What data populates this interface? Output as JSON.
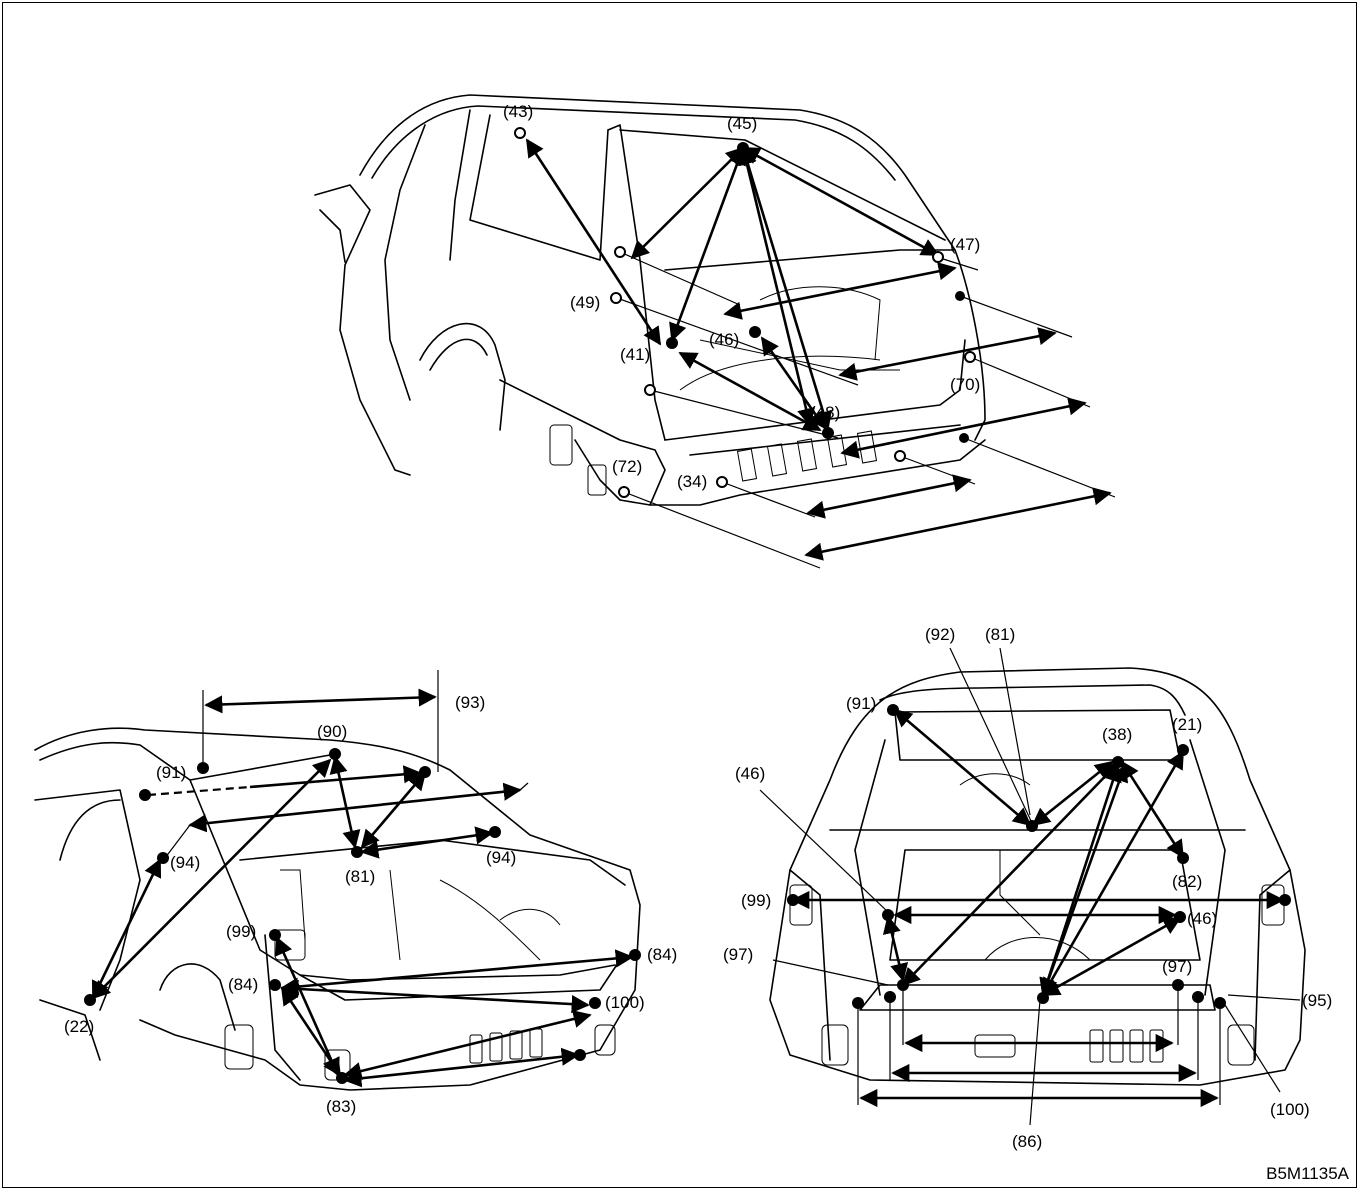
{
  "figure_id": "B5M1135A",
  "top_view": {
    "labels": [
      "(43)",
      "(45)",
      "(47)",
      "(49)",
      "(46)",
      "(41)",
      "(70)",
      "(48)",
      "(72)",
      "(34)"
    ]
  },
  "sedan_view": {
    "labels": [
      "(90)",
      "(93)",
      "(91)",
      "(94)",
      "(81)",
      "(94)",
      "(99)",
      "(84)",
      "(84)",
      "(100)",
      "(22)",
      "(83)"
    ]
  },
  "rear_view": {
    "labels": [
      "(92)",
      "(81)",
      "(91)",
      "(38)",
      "(21)",
      "(46)",
      "(82)",
      "(99)",
      "(46)",
      "(97)",
      "(97)",
      "(95)",
      "(100)",
      "(86)"
    ]
  }
}
